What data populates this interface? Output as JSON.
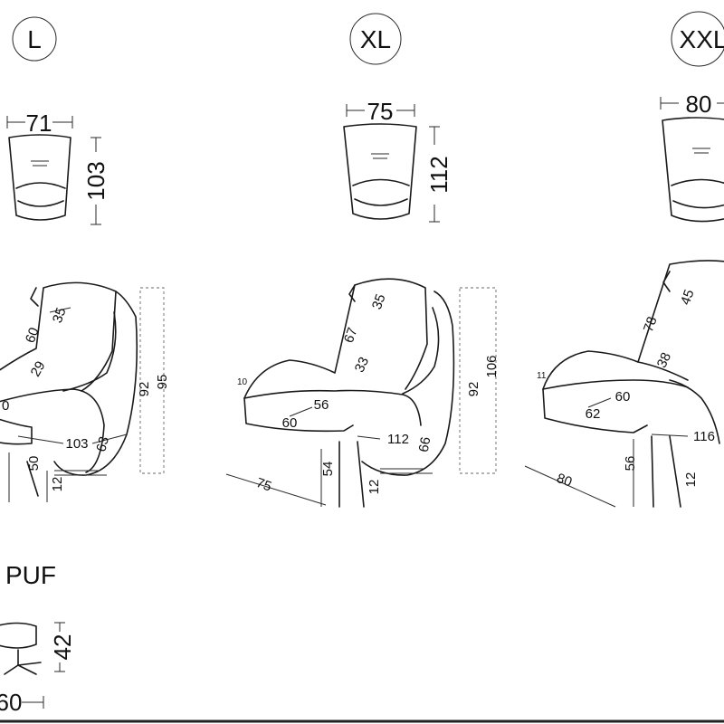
{
  "sizes": [
    {
      "label": "L",
      "top_width": "71",
      "top_height": "103",
      "side": {
        "a": "35",
        "b": "60",
        "c": "29",
        "d": "0",
        "e": "103",
        "f": "63",
        "g": "92",
        "h": "95",
        "i": "50",
        "j": "12"
      }
    },
    {
      "label": "XL",
      "top_width": "75",
      "top_height": "112",
      "side": {
        "a": "35",
        "b": "67",
        "c": "33",
        "d": "10",
        "e": "56",
        "f": "60",
        "g": "112",
        "h": "66",
        "i": "92",
        "j": "106",
        "k": "54",
        "l": "75",
        "m": "12"
      }
    },
    {
      "label": "XXL",
      "top_width": "80",
      "top_height": "",
      "side": {
        "a": "45",
        "b": "78",
        "c": "38",
        "d": "11",
        "e": "60",
        "f": "62",
        "g": "116",
        "h": "56",
        "i": "80",
        "j": "12"
      }
    }
  ],
  "puf": {
    "label": "PUF",
    "height": "42",
    "width": "60"
  }
}
